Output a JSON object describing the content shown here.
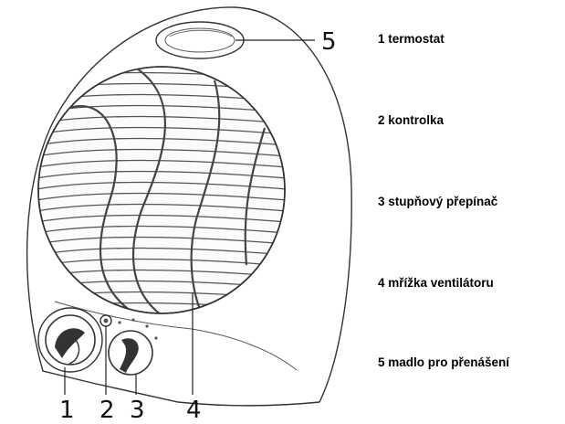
{
  "callouts": {
    "c1": "1",
    "c2": "2",
    "c3": "3",
    "c4": "4",
    "c5": "5"
  },
  "legend": {
    "item1": "1 termostat",
    "item2": "2 kontrolka",
    "item3": "3 stupňový přepínač",
    "item4": "4 mřížka ventilátoru",
    "item5": "5 madlo pro přenášení"
  }
}
